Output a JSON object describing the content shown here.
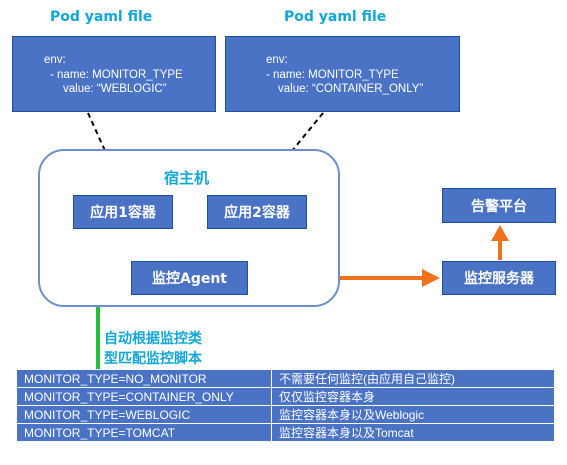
{
  "yaml_files": [
    {
      "title": "Pod yaml file",
      "line1": "env:",
      "line2": "- name: MONITOR_TYPE",
      "line3": "value: “WEBLOGIC”"
    },
    {
      "title": "Pod yaml file",
      "line1": "env:",
      "line2": "- name: MONITOR_TYPE",
      "line3": "value: “CONTAINER_ONLY”"
    }
  ],
  "host": {
    "title": "宿主机",
    "container1": "应用1容器",
    "container2": "应用2容器",
    "agent": "监控Agent"
  },
  "server": "监控服务器",
  "alert": "告警平台",
  "note": {
    "line1": "自动根据监控类",
    "line2": "型匹配监控脚本"
  },
  "mapping_table": [
    {
      "type": "MONITOR_TYPE=NO_MONITOR",
      "desc": "不需要任何监控(由应用自己监控)"
    },
    {
      "type": "MONITOR_TYPE=CONTAINER_ONLY",
      "desc": "仅仅监控容器本身"
    },
    {
      "type": "MONITOR_TYPE=WEBLOGIC",
      "desc": "监控容器本身以及Weblogic"
    },
    {
      "type": "MONITOR_TYPE=TOMCAT",
      "desc": "监控容器本身以及Tomcat"
    }
  ],
  "colors": {
    "box_fill": "#4a73c6",
    "title_text": "#11a7d7",
    "orange_arrow": "#f0711b",
    "green_arrow": "#1fc23a"
  }
}
